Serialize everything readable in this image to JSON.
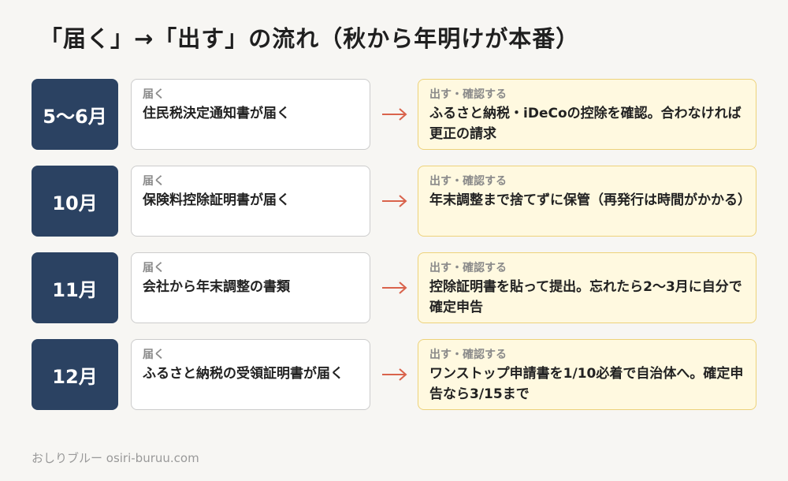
{
  "title": "「届く」→「出す」の流れ（秋から年明けが本番）",
  "arrow_color": "#d9634c",
  "rows": [
    {
      "month": "5〜6月",
      "receive_tag": "届く",
      "receive_text": "住民税決定通知書が届く",
      "send_tag": "出す・確認する",
      "send_text": "ふるさと納税・iDeCoの控除を確認。合わなければ更正の請求"
    },
    {
      "month": "10月",
      "receive_tag": "届く",
      "receive_text": "保険料控除証明書が届く",
      "send_tag": "出す・確認する",
      "send_text": "年末調整まで捨てずに保管（再発行は時間がかかる）"
    },
    {
      "month": "11月",
      "receive_tag": "届く",
      "receive_text": "会社から年末調整の書類",
      "send_tag": "出す・確認する",
      "send_text": "控除証明書を貼って提出。忘れたら2〜3月に自分で確定申告"
    },
    {
      "month": "12月",
      "receive_tag": "届く",
      "receive_text": "ふるさと納税の受領証明書が届く",
      "send_tag": "出す・確認する",
      "send_text": "ワンストップ申請書を1/10必着で自治体へ。確定申告なら3/15まで"
    }
  ],
  "footer": "おしりブルー osiri-buruu.com"
}
